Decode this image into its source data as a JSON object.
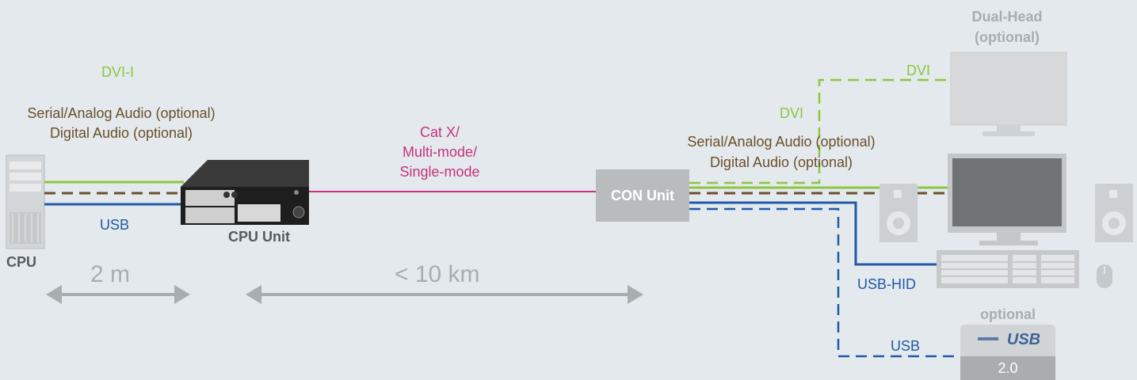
{
  "labels": {
    "dvi_i": "DVI-I",
    "serial_audio_left": "Serial/Analog Audio (optional)",
    "digital_audio_left": "Digital Audio (optional)",
    "usb_left": "USB",
    "cpu": "CPU",
    "cpu_unit": "CPU Unit",
    "distance_short": "2 m",
    "distance_long": "< 10 km",
    "media_line1": "Cat X/",
    "media_line2": "Multi-mode/",
    "media_line3": "Single-mode",
    "con_unit": "CON Unit",
    "serial_audio_right": "Serial/Analog Audio (optional)",
    "digital_audio_right": "Digital Audio (optional)",
    "dvi_right_1": "DVI",
    "dvi_right_2": "DVI",
    "dual_head_line1": "Dual-Head",
    "dual_head_line2": "(optional)",
    "usb_hid": "USB-HID",
    "usb_right": "USB",
    "optional": "optional",
    "usb_logo": "USB",
    "usb_version": "2.0"
  },
  "colors": {
    "video": "#8cc63f",
    "audio": "#6b4f2a",
    "fiber": "#c8327e",
    "usb": "#1f5aa6",
    "device_grey": "#b9bcbe",
    "background": "#e3e9ed"
  },
  "icons": [
    "cpu-tower-icon",
    "cpu-unit-device-icon",
    "con-unit-icon",
    "monitor-icon",
    "dual-head-monitor-icon",
    "speaker-icon",
    "keyboard-icon",
    "mouse-icon",
    "usb-drive-icon",
    "double-arrow-icon"
  ]
}
